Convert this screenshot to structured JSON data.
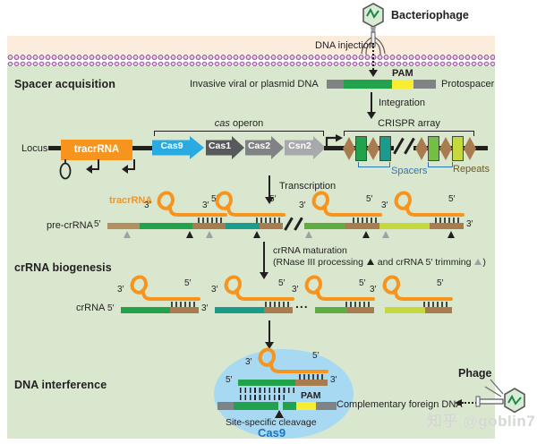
{
  "top": {
    "bacteriophage_label": "Bacteriophage",
    "dna_injection_label": "DNA injection"
  },
  "sections": {
    "spacer_acquisition": "Spacer acquisition",
    "crrna_biogenesis": "crRNA biogenesis",
    "dna_interference": "DNA interference"
  },
  "invasive_dna": {
    "label": "Invasive viral or plasmid DNA",
    "pam": "PAM",
    "protospacer": "Protospacer",
    "integration": "Integration"
  },
  "locus": {
    "label": "Locus",
    "tracrrna": "tracrRNA",
    "cas_operon": {
      "italic": "cas",
      "rest": " operon"
    },
    "genes": [
      {
        "name": "Cas9",
        "color": "#29aae1"
      },
      {
        "name": "Cas1",
        "color": "#58595b"
      },
      {
        "name": "Cas2",
        "color": "#818285"
      },
      {
        "name": "Csn2",
        "color": "#a7a9ac"
      }
    ],
    "crispr_array": "CRISPR array",
    "spacers": "Spacers",
    "repeats": "Repeats"
  },
  "transcription": "Transcription",
  "pre_crrna": {
    "label": "pre-crRNA",
    "tracrrna": "tracrRNA"
  },
  "primes": {
    "five": "5′",
    "three": "3′"
  },
  "maturation": {
    "line1": "crRNA maturation",
    "line2_a": "(RNase III processing ",
    "line2_b": " and crRNA 5′ trimming ",
    "line2_c": ")"
  },
  "crrna": {
    "label": "crRNA",
    "ellipsis": "..."
  },
  "interference": {
    "pam": "PAM",
    "cleavage": "Site-specific cleavage",
    "cas9": "Cas9",
    "complementary": "Complementary foreign DNA",
    "phage": "Phage"
  },
  "watermark": "知乎 @goblin7",
  "icons": {
    "bacteriophage": "phage-virion-vertical",
    "phage": "phage-virion-horizontal",
    "rnase_processing_site": "black-up-triangle",
    "trimming_site": "gray-up-triangle"
  },
  "palette": {
    "panel_green": "#d9e7cf",
    "band_peach": "#fcecdb",
    "membrane_lipid_fill": "#e9cbe7",
    "membrane_lipid_ring": "#a06ba3",
    "tracrrna_orange": "#f7941e",
    "spacer_green": "#21a24b",
    "spacer_teal": "#1a9c8c",
    "spacer_light_green": "#5fad41",
    "spacer_yellow_green": "#c5d93f",
    "repeat_brown": "#a87c4f",
    "pre_crrna_tan": "#b3905f",
    "pam_yellow": "#f9ed32",
    "dna_gray": "#808285",
    "cas9_ellipse_blue": "#a7d9f3",
    "cas9_text_blue": "#1b75bc",
    "spacers_label_blue": "#2e75b6",
    "repeats_label_olive": "#6d5a22",
    "text_dark": "#231f20"
  }
}
